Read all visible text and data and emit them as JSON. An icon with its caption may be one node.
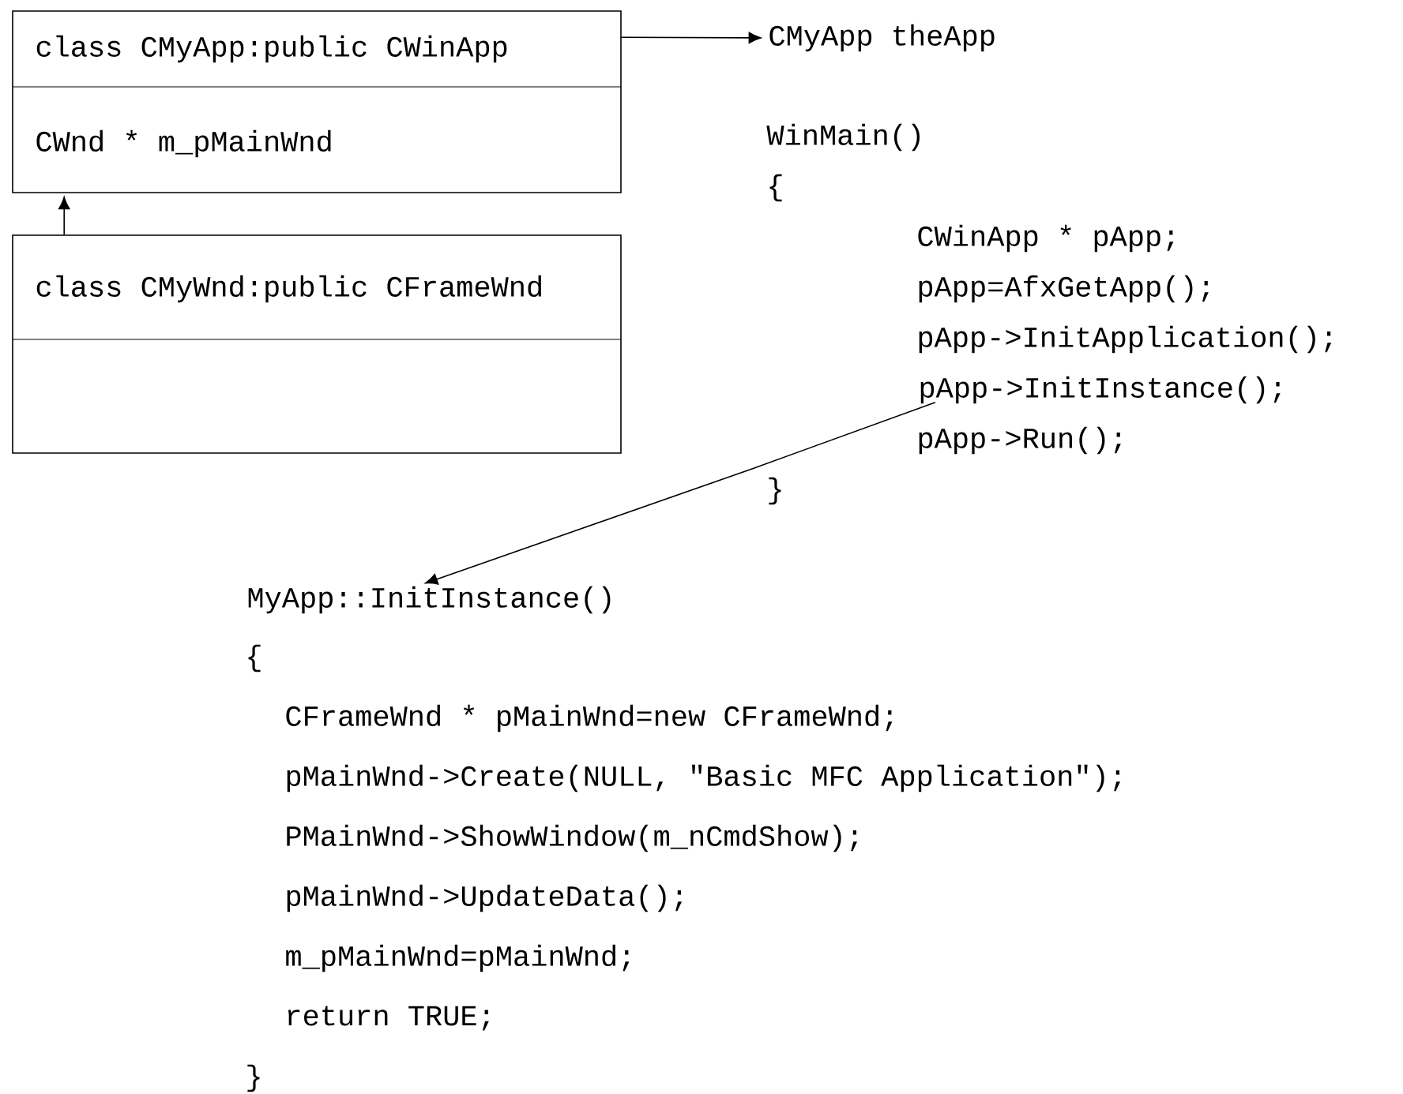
{
  "diagram": {
    "nodes": [
      {
        "text": [
          "class CMyApp:public CWinApp",
          "CWnd * m_pMainWnd"
        ]
      },
      {
        "text": [
          "class CMyWnd:public CFrameWnd"
        ]
      },
      {
        "text": [
          "CMyApp theApp"
        ]
      },
      {
        "text": [
          "pApp->InitInstance();"
        ]
      },
      {
        "text": [
          "MyApp::InitInstance()"
        ]
      }
    ],
    "edges": [
      {
        "from": 1,
        "to": 0,
        "arrow": "to"
      },
      {
        "from": 0,
        "to": 2,
        "arrow": "to"
      },
      {
        "from": 3,
        "to": 4,
        "arrow": "to"
      }
    ],
    "labels": [
      "WinMain()",
      "{",
      "CWinApp * pApp;",
      "pApp=AfxGetApp();",
      "pApp->InitApplication();",
      "pApp->Run();",
      "}",
      "{",
      "CFrameWnd * pMainWnd=new CFrameWnd;",
      "pMainWnd->Create(NULL, \"Basic MFC Application\");",
      "PMainWnd->ShowWindow(m_nCmdShow);",
      "pMainWnd->UpdateData();",
      "m_pMainWnd=pMainWnd;",
      "return TRUE;",
      "}"
    ]
  }
}
